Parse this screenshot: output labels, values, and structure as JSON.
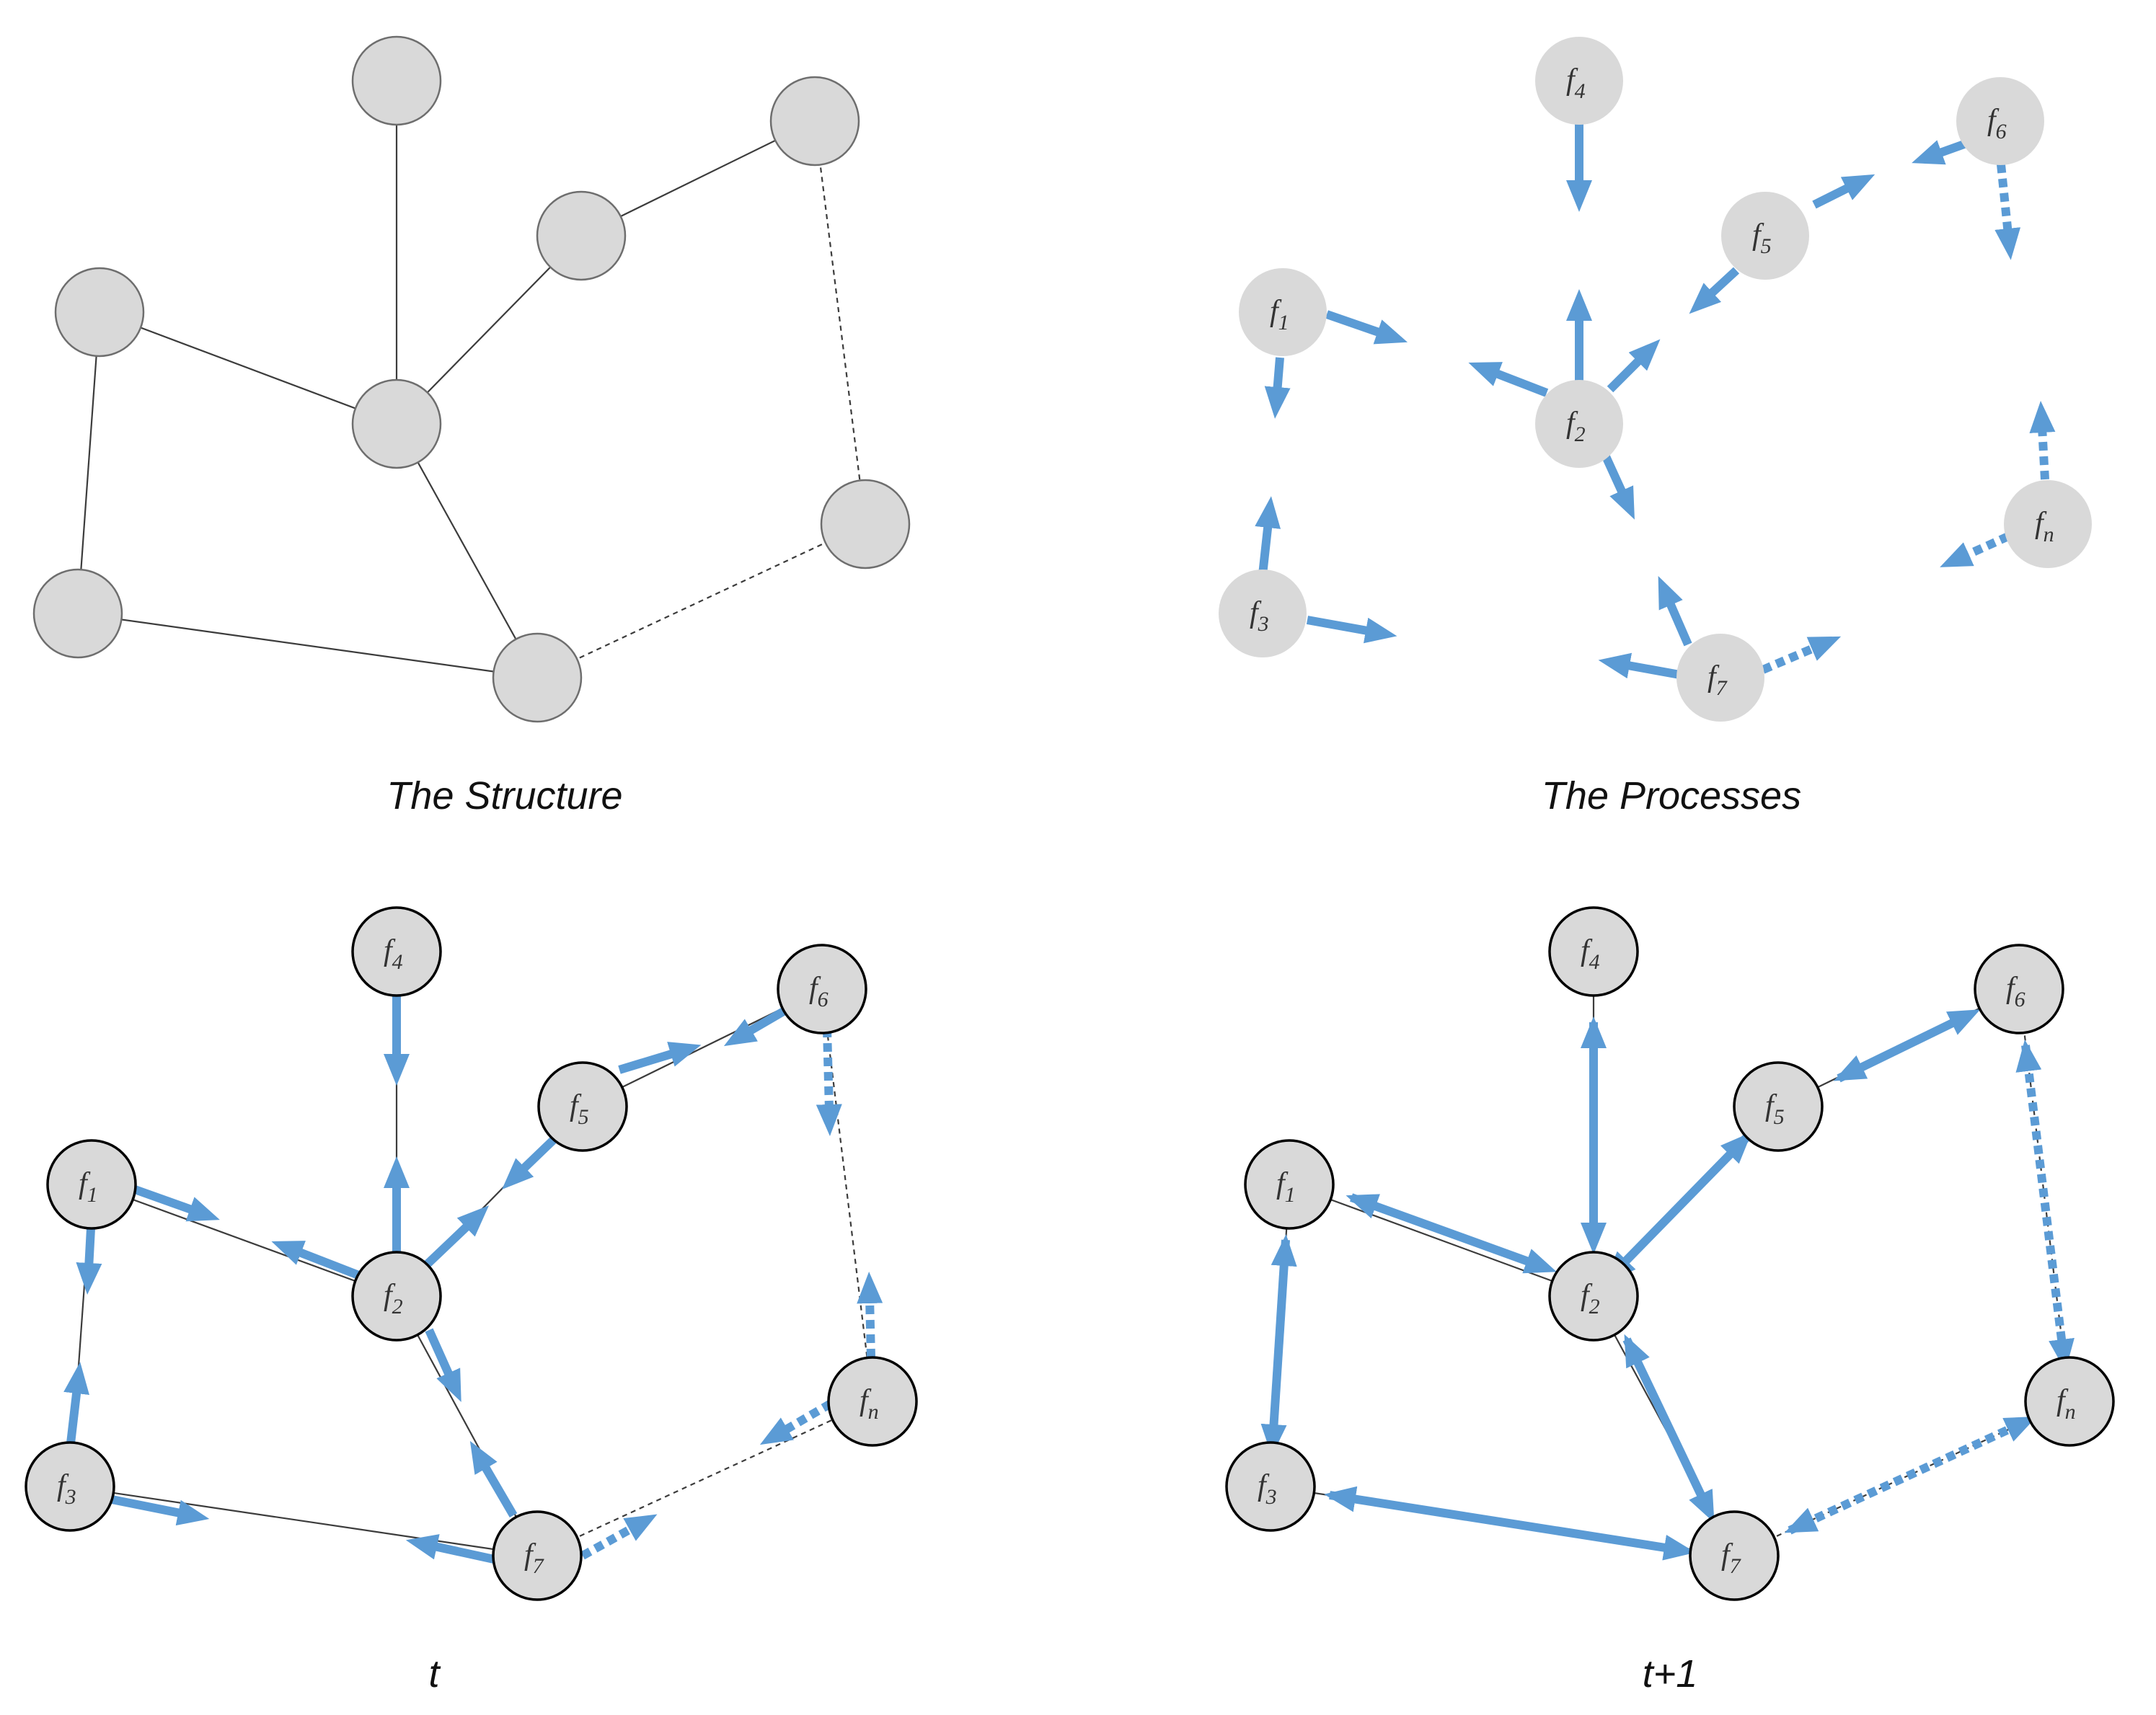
{
  "captions": {
    "structure": "The Structure",
    "processes": "The Processes",
    "time_t": "t",
    "time_t1": "t+1"
  },
  "labels": {
    "f": "f",
    "n1": "1",
    "n2": "2",
    "n3": "3",
    "n4": "4",
    "n5": "5",
    "n6": "6",
    "n7": "7",
    "nn": "n"
  },
  "colors": {
    "flow": "#5b9bd5",
    "node_fill": "#d9d9d9",
    "edge": "#3c3c3c"
  }
}
